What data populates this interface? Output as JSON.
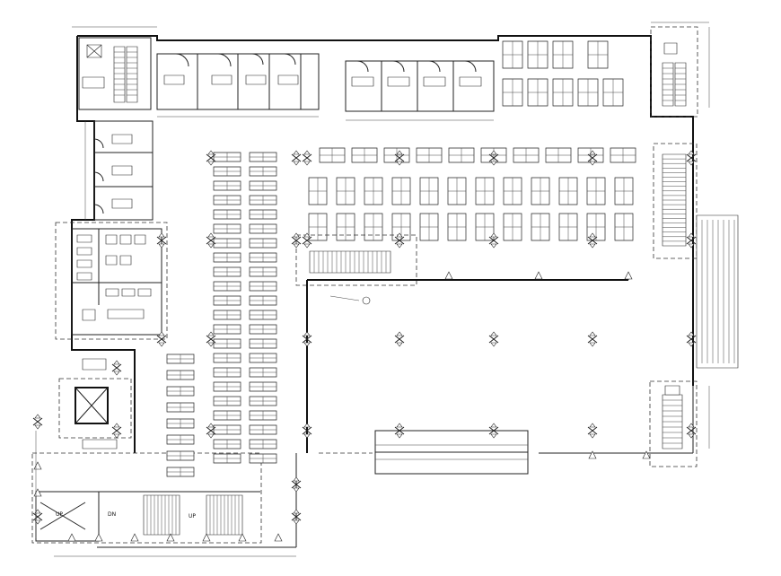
{
  "drawing": {
    "labels": {
      "stair_up_left": "UP",
      "stair_dn_left": "DN",
      "stair_up_bottom": "UP"
    }
  }
}
